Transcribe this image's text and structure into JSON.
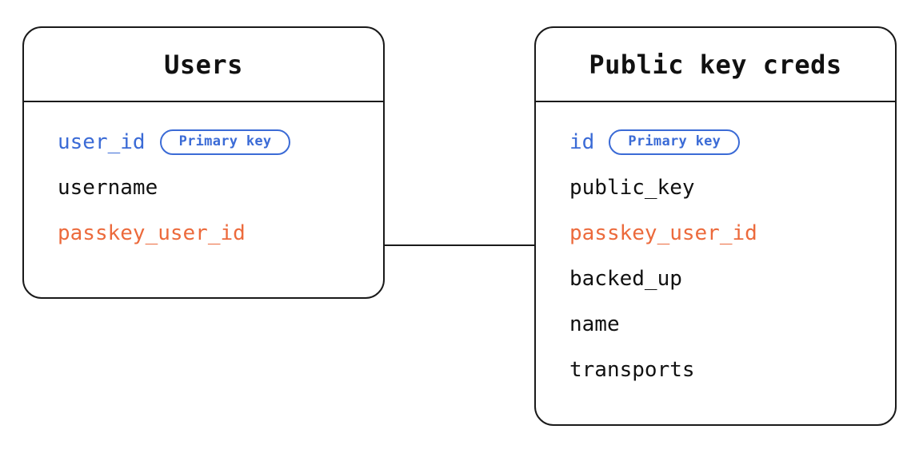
{
  "diagram": {
    "type": "entity-relationship-diagram",
    "background_color": "#ffffff",
    "border_color": "#1a1a1a",
    "accent_colors": {
      "primary_key": "#3B6BD6",
      "foreign_key": "#EC6A3C",
      "default_text": "#111111"
    }
  },
  "badges": {
    "primary_key_label": "Primary key"
  },
  "entities": [
    {
      "id": "users",
      "title": "Users",
      "fields": [
        {
          "name": "user_id",
          "color": "blue",
          "badge": "Primary key"
        },
        {
          "name": "username",
          "color": "default",
          "badge": null
        },
        {
          "name": "passkey_user_id",
          "color": "orange",
          "badge": null
        }
      ]
    },
    {
      "id": "credentials",
      "title": "Public key creds",
      "fields": [
        {
          "name": "id",
          "color": "blue",
          "badge": "Primary key"
        },
        {
          "name": "public_key",
          "color": "default",
          "badge": null
        },
        {
          "name": "passkey_user_id",
          "color": "orange",
          "badge": null
        },
        {
          "name": "backed_up",
          "color": "default",
          "badge": null
        },
        {
          "name": "name",
          "color": "default",
          "badge": null
        },
        {
          "name": "transports",
          "color": "default",
          "badge": null
        }
      ]
    }
  ],
  "relationships": [
    {
      "id": "users-to-credentials",
      "from_entity": "users",
      "from_field": "passkey_user_id",
      "to_entity": "credentials",
      "to_field": "passkey_user_id"
    }
  ]
}
